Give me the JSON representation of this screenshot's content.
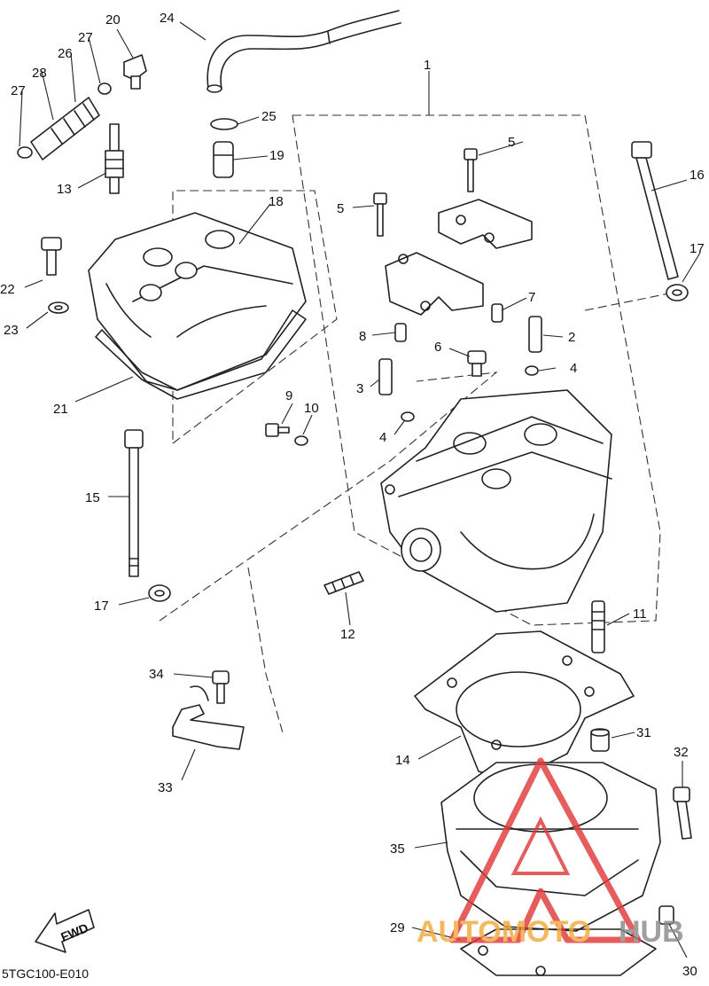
{
  "diagram": {
    "callouts": [
      {
        "id": "c1",
        "label": "1"
      },
      {
        "id": "c2",
        "label": "2"
      },
      {
        "id": "c3",
        "label": "3"
      },
      {
        "id": "c4a",
        "label": "4"
      },
      {
        "id": "c4b",
        "label": "4"
      },
      {
        "id": "c5a",
        "label": "5"
      },
      {
        "id": "c5b",
        "label": "5"
      },
      {
        "id": "c6",
        "label": "6"
      },
      {
        "id": "c7",
        "label": "7"
      },
      {
        "id": "c8",
        "label": "8"
      },
      {
        "id": "c9",
        "label": "9"
      },
      {
        "id": "c10",
        "label": "10"
      },
      {
        "id": "c11",
        "label": "11"
      },
      {
        "id": "c12",
        "label": "12"
      },
      {
        "id": "c13",
        "label": "13"
      },
      {
        "id": "c14",
        "label": "14"
      },
      {
        "id": "c15",
        "label": "15"
      },
      {
        "id": "c16",
        "label": "16"
      },
      {
        "id": "c17a",
        "label": "17"
      },
      {
        "id": "c17b",
        "label": "17"
      },
      {
        "id": "c18",
        "label": "18"
      },
      {
        "id": "c19",
        "label": "19"
      },
      {
        "id": "c20",
        "label": "20"
      },
      {
        "id": "c21",
        "label": "21"
      },
      {
        "id": "c22",
        "label": "22"
      },
      {
        "id": "c23",
        "label": "23"
      },
      {
        "id": "c24",
        "label": "24"
      },
      {
        "id": "c25",
        "label": "25"
      },
      {
        "id": "c26",
        "label": "26"
      },
      {
        "id": "c27a",
        "label": "27"
      },
      {
        "id": "c27b",
        "label": "27"
      },
      {
        "id": "c28",
        "label": "28"
      },
      {
        "id": "c29",
        "label": "29"
      },
      {
        "id": "c30",
        "label": "30"
      },
      {
        "id": "c31",
        "label": "31"
      },
      {
        "id": "c32",
        "label": "32"
      },
      {
        "id": "c33",
        "label": "33"
      },
      {
        "id": "c34",
        "label": "34"
      },
      {
        "id": "c35",
        "label": "35"
      }
    ],
    "fwd_label": "FWD",
    "diagram_code": "5TGC100-E010",
    "watermark": {
      "word_orange": "AUTOMOTO",
      "word_grey": "HUB",
      "colors": {
        "red": "#e03a3a",
        "orange": "#f2a93b",
        "grey": "#8a8a8a"
      }
    }
  }
}
